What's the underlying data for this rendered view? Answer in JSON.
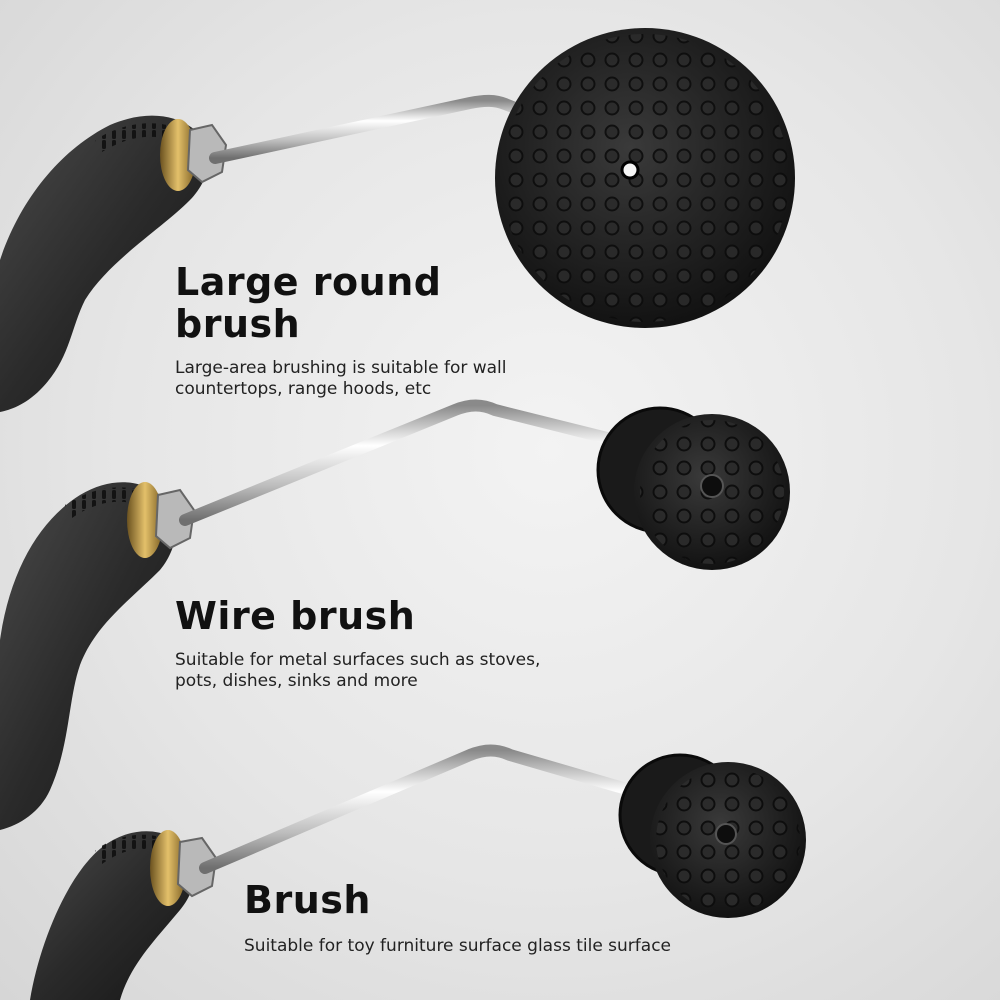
{
  "items": [
    {
      "title": "Large round brush",
      "description_lines": [
        "Large-area brushing is suitable for wall",
        "countertops, range hoods, etc"
      ]
    },
    {
      "title": "Wire brush",
      "description_lines": [
        "Suitable for metal surfaces such as stoves,",
        "pots, dishes, sinks and more"
      ]
    },
    {
      "title": "Brush",
      "description_lines": [
        "Suitable for toy furniture surface glass tile surface"
      ]
    }
  ],
  "colors": {
    "background": "#e8e8e8",
    "handle": "#2a2a2a",
    "brush_head": "#1c1c1c",
    "metal_rod": "#c9c9c9",
    "brass_collar": "#b8913a",
    "text": "#111111"
  },
  "icons": [
    "large-round-brush-image",
    "wire-brush-image",
    "bristle-brush-image"
  ]
}
